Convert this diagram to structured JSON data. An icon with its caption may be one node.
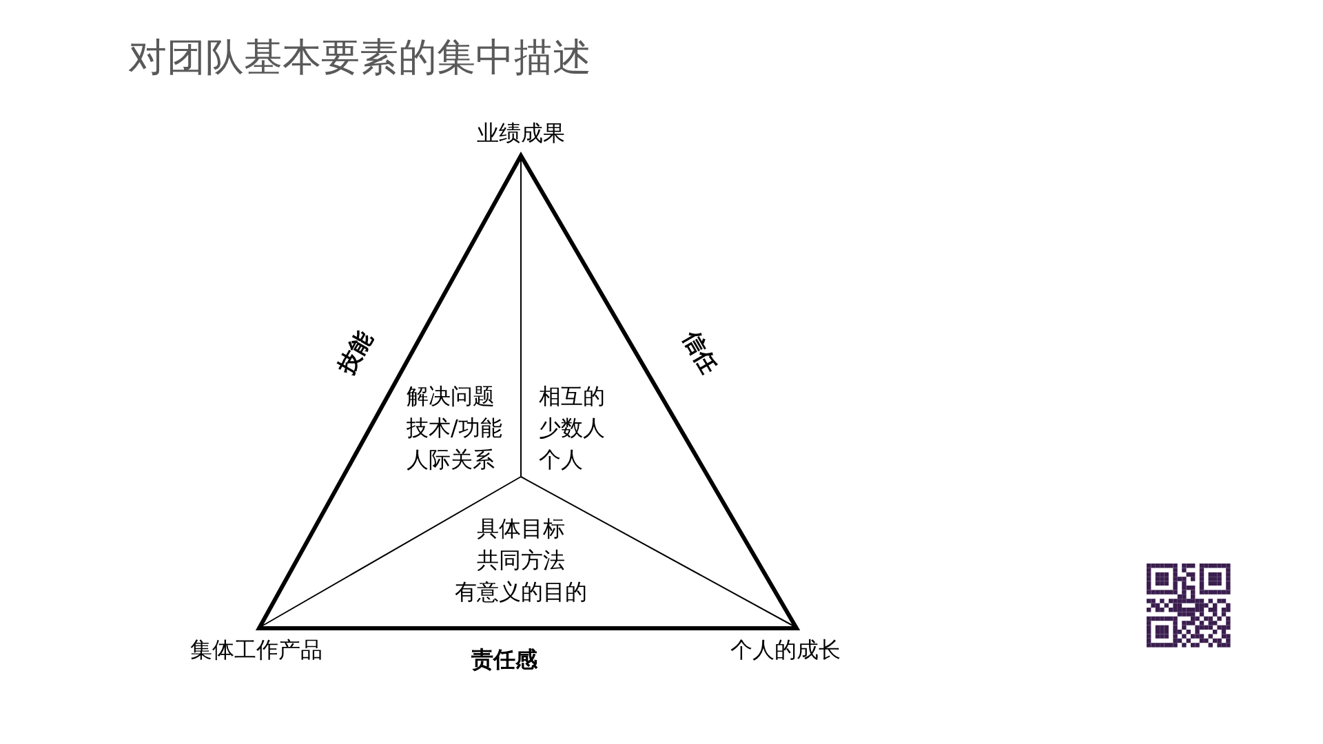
{
  "diagram": {
    "title": "对团队基本要素的集中描述",
    "labels": [
      "业绩成果",
      "技能",
      "信任",
      "解决问题",
      "技术/功能",
      "人际关系",
      "相互的",
      "少数人",
      "个人",
      "具体目标",
      "共同方法",
      "有意义的目的",
      "集体工作产品",
      "责任感",
      "个人的成长"
    ]
  }
}
